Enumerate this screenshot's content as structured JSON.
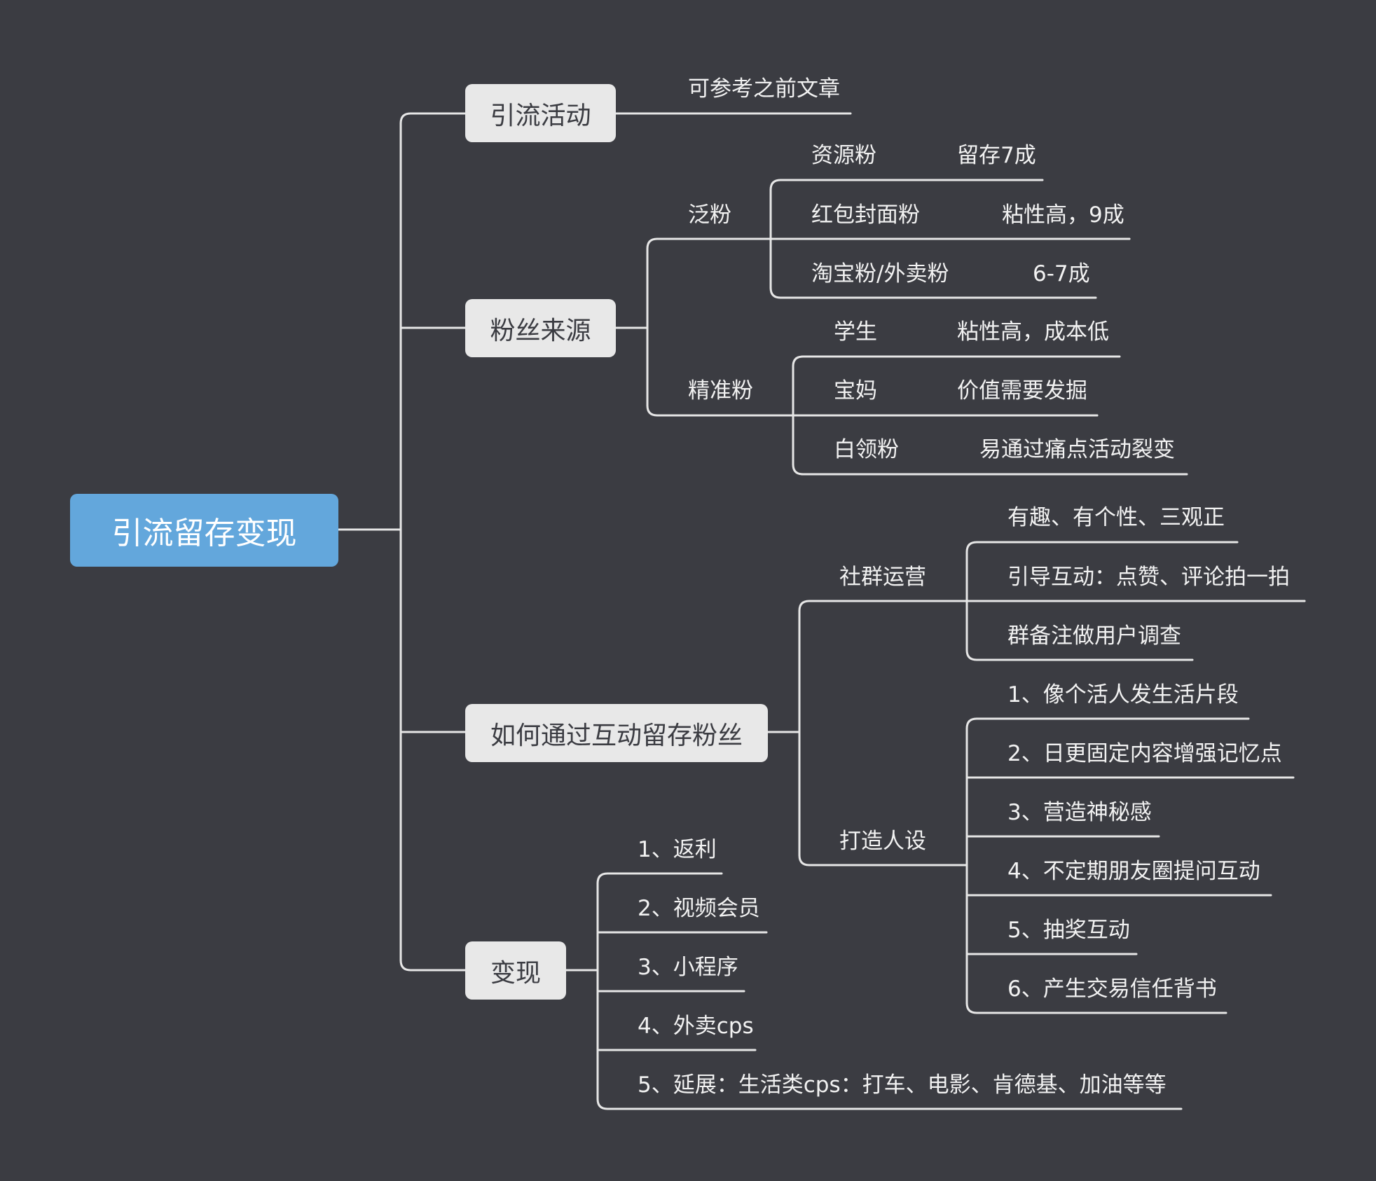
{
  "colors": {
    "background": "#3b3c42",
    "line": "#e6e6e6",
    "root_fill": "#63a7dc",
    "root_text": "#ffffff",
    "branch_fill": "#e8e8e8",
    "branch_text": "#3b3c42",
    "leaf_text": "#f2f2f2"
  },
  "root": "引流留存变现",
  "branches": {
    "yinliu": {
      "label": "引流活动",
      "note": "可参考之前文章"
    },
    "fensi": {
      "label": "粉丝来源",
      "fan": {
        "label": "泛粉",
        "items": [
          {
            "label": "资源粉",
            "value": "留存7成"
          },
          {
            "label": "红包封面粉",
            "value": "粘性高，9成"
          },
          {
            "label": "淘宝粉/外卖粉",
            "value": "6-7成"
          }
        ]
      },
      "jingzhun": {
        "label": "精准粉",
        "items": [
          {
            "label": "学生",
            "value": "粘性高，成本低"
          },
          {
            "label": "宝妈",
            "value": "价值需要发掘"
          },
          {
            "label": "白领粉",
            "value": "易通过痛点活动裂变"
          }
        ]
      }
    },
    "hudong": {
      "label": "如何通过互动留存粉丝",
      "shequn": {
        "label": "社群运营",
        "items": [
          "有趣、有个性、三观正",
          "引导互动：点赞、评论拍一拍",
          "群备注做用户调查"
        ]
      },
      "renshe": {
        "label": "打造人设",
        "items": [
          "1、像个活人发生活片段",
          "2、日更固定内容增强记忆点",
          "3、营造神秘感",
          "4、不定期朋友圈提问互动",
          "5、抽奖互动",
          "6、产生交易信任背书"
        ]
      }
    },
    "bianxian": {
      "label": "变现",
      "items": [
        "1、返利",
        "2、视频会员",
        "3、小程序",
        "4、外卖cps",
        "5、延展：生活类cps：打车、电影、肯德基、加油等等"
      ]
    }
  }
}
